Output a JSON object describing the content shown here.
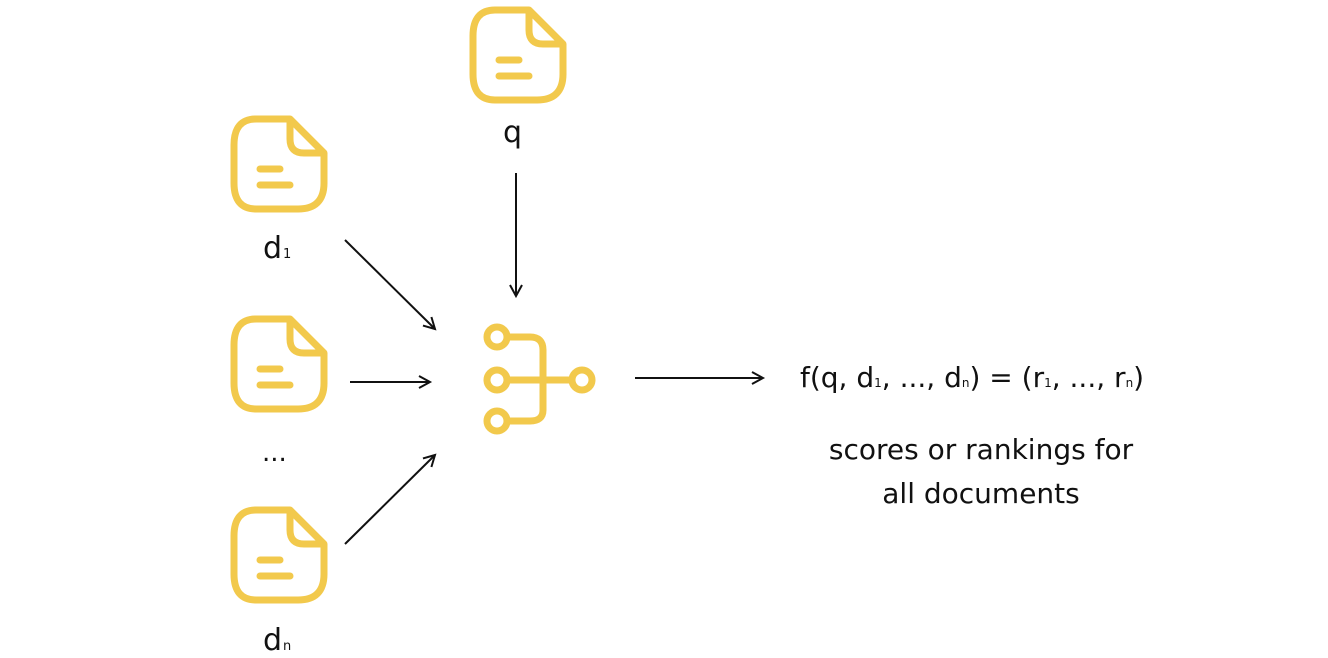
{
  "colors": {
    "accent": "#F2C94C",
    "ink": "#111111"
  },
  "icons": {
    "document": "document-icon",
    "model": "merge-icon"
  },
  "query": {
    "label": "q"
  },
  "documents": [
    {
      "base": "d",
      "sub": "1"
    },
    {
      "ellipsis": "..."
    },
    {
      "base": "d",
      "sub": "n"
    }
  ],
  "formula": {
    "p1": "f(q, d",
    "s1": "1",
    "p2": ", ..., d",
    "s2": "n",
    "p3": ") = (r",
    "s3": "1",
    "p4": ", ..., r",
    "s4": "n",
    "p5": ")"
  },
  "caption": {
    "line1": "scores or rankings for",
    "line2": "all documents"
  }
}
